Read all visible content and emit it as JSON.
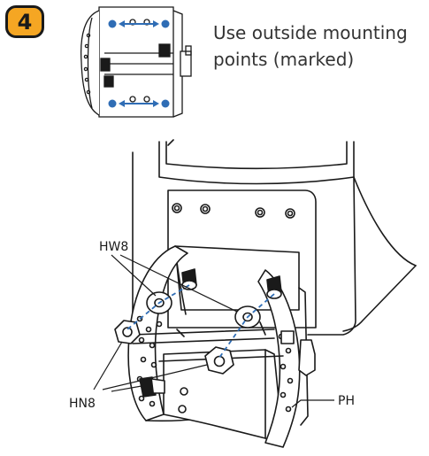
{
  "step": {
    "number": "4"
  },
  "instruction": {
    "text": "Use outside mounting points (marked)"
  },
  "labels": {
    "hw8": "HW8",
    "hn8": "HN8",
    "ph": "PH"
  },
  "colors": {
    "badge": "#f5a623",
    "marker": "#2f6db5",
    "line": "#1a1a1a"
  }
}
